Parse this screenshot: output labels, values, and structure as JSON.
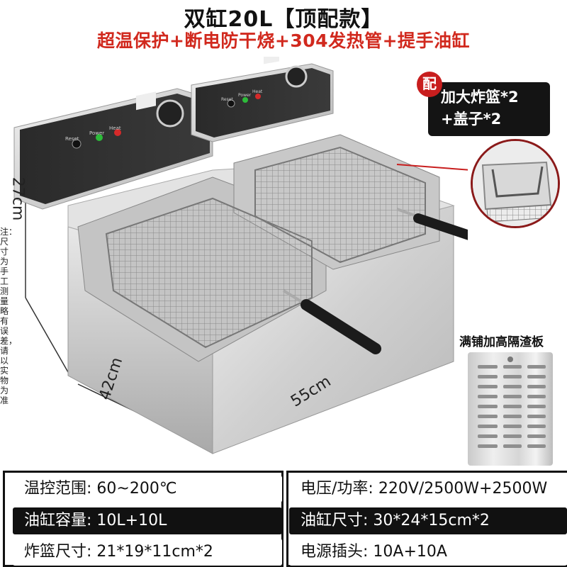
{
  "header": {
    "title": "双缸20L【顶配款】",
    "subtitle": "超温保护+断电防干烧+304发热管+提手油缸"
  },
  "accessory": {
    "badge": "配",
    "line1": "加大炸篮*2",
    "line2": "+盖子*2"
  },
  "dimensions": {
    "height": "27cm",
    "width": "42cm",
    "length": "55cm"
  },
  "side_note": "注：尺寸为手工测量略有误差，请以实物为准",
  "panel_labels": [
    "Reset",
    "Power",
    "Heat"
  ],
  "plate": {
    "label": "满铺加高隔渣板"
  },
  "specs": {
    "left": [
      {
        "label": "温控范围:",
        "value": "60~200℃"
      },
      {
        "label": "油缸容量:",
        "value": "10L+10L"
      },
      {
        "label": "炸篮尺寸:",
        "value": "21*19*11cm*2"
      }
    ],
    "right": [
      {
        "label": "电压/功率:",
        "value": "220V/2500W+2500W"
      },
      {
        "label": "油缸尺寸:",
        "value": "30*24*15cm*2"
      },
      {
        "label": "电源插头:",
        "value": "10A+10A"
      }
    ]
  },
  "colors": {
    "accent_red": "#d1291e",
    "dark_box": "#111111",
    "steel": "#cfcfcf"
  }
}
